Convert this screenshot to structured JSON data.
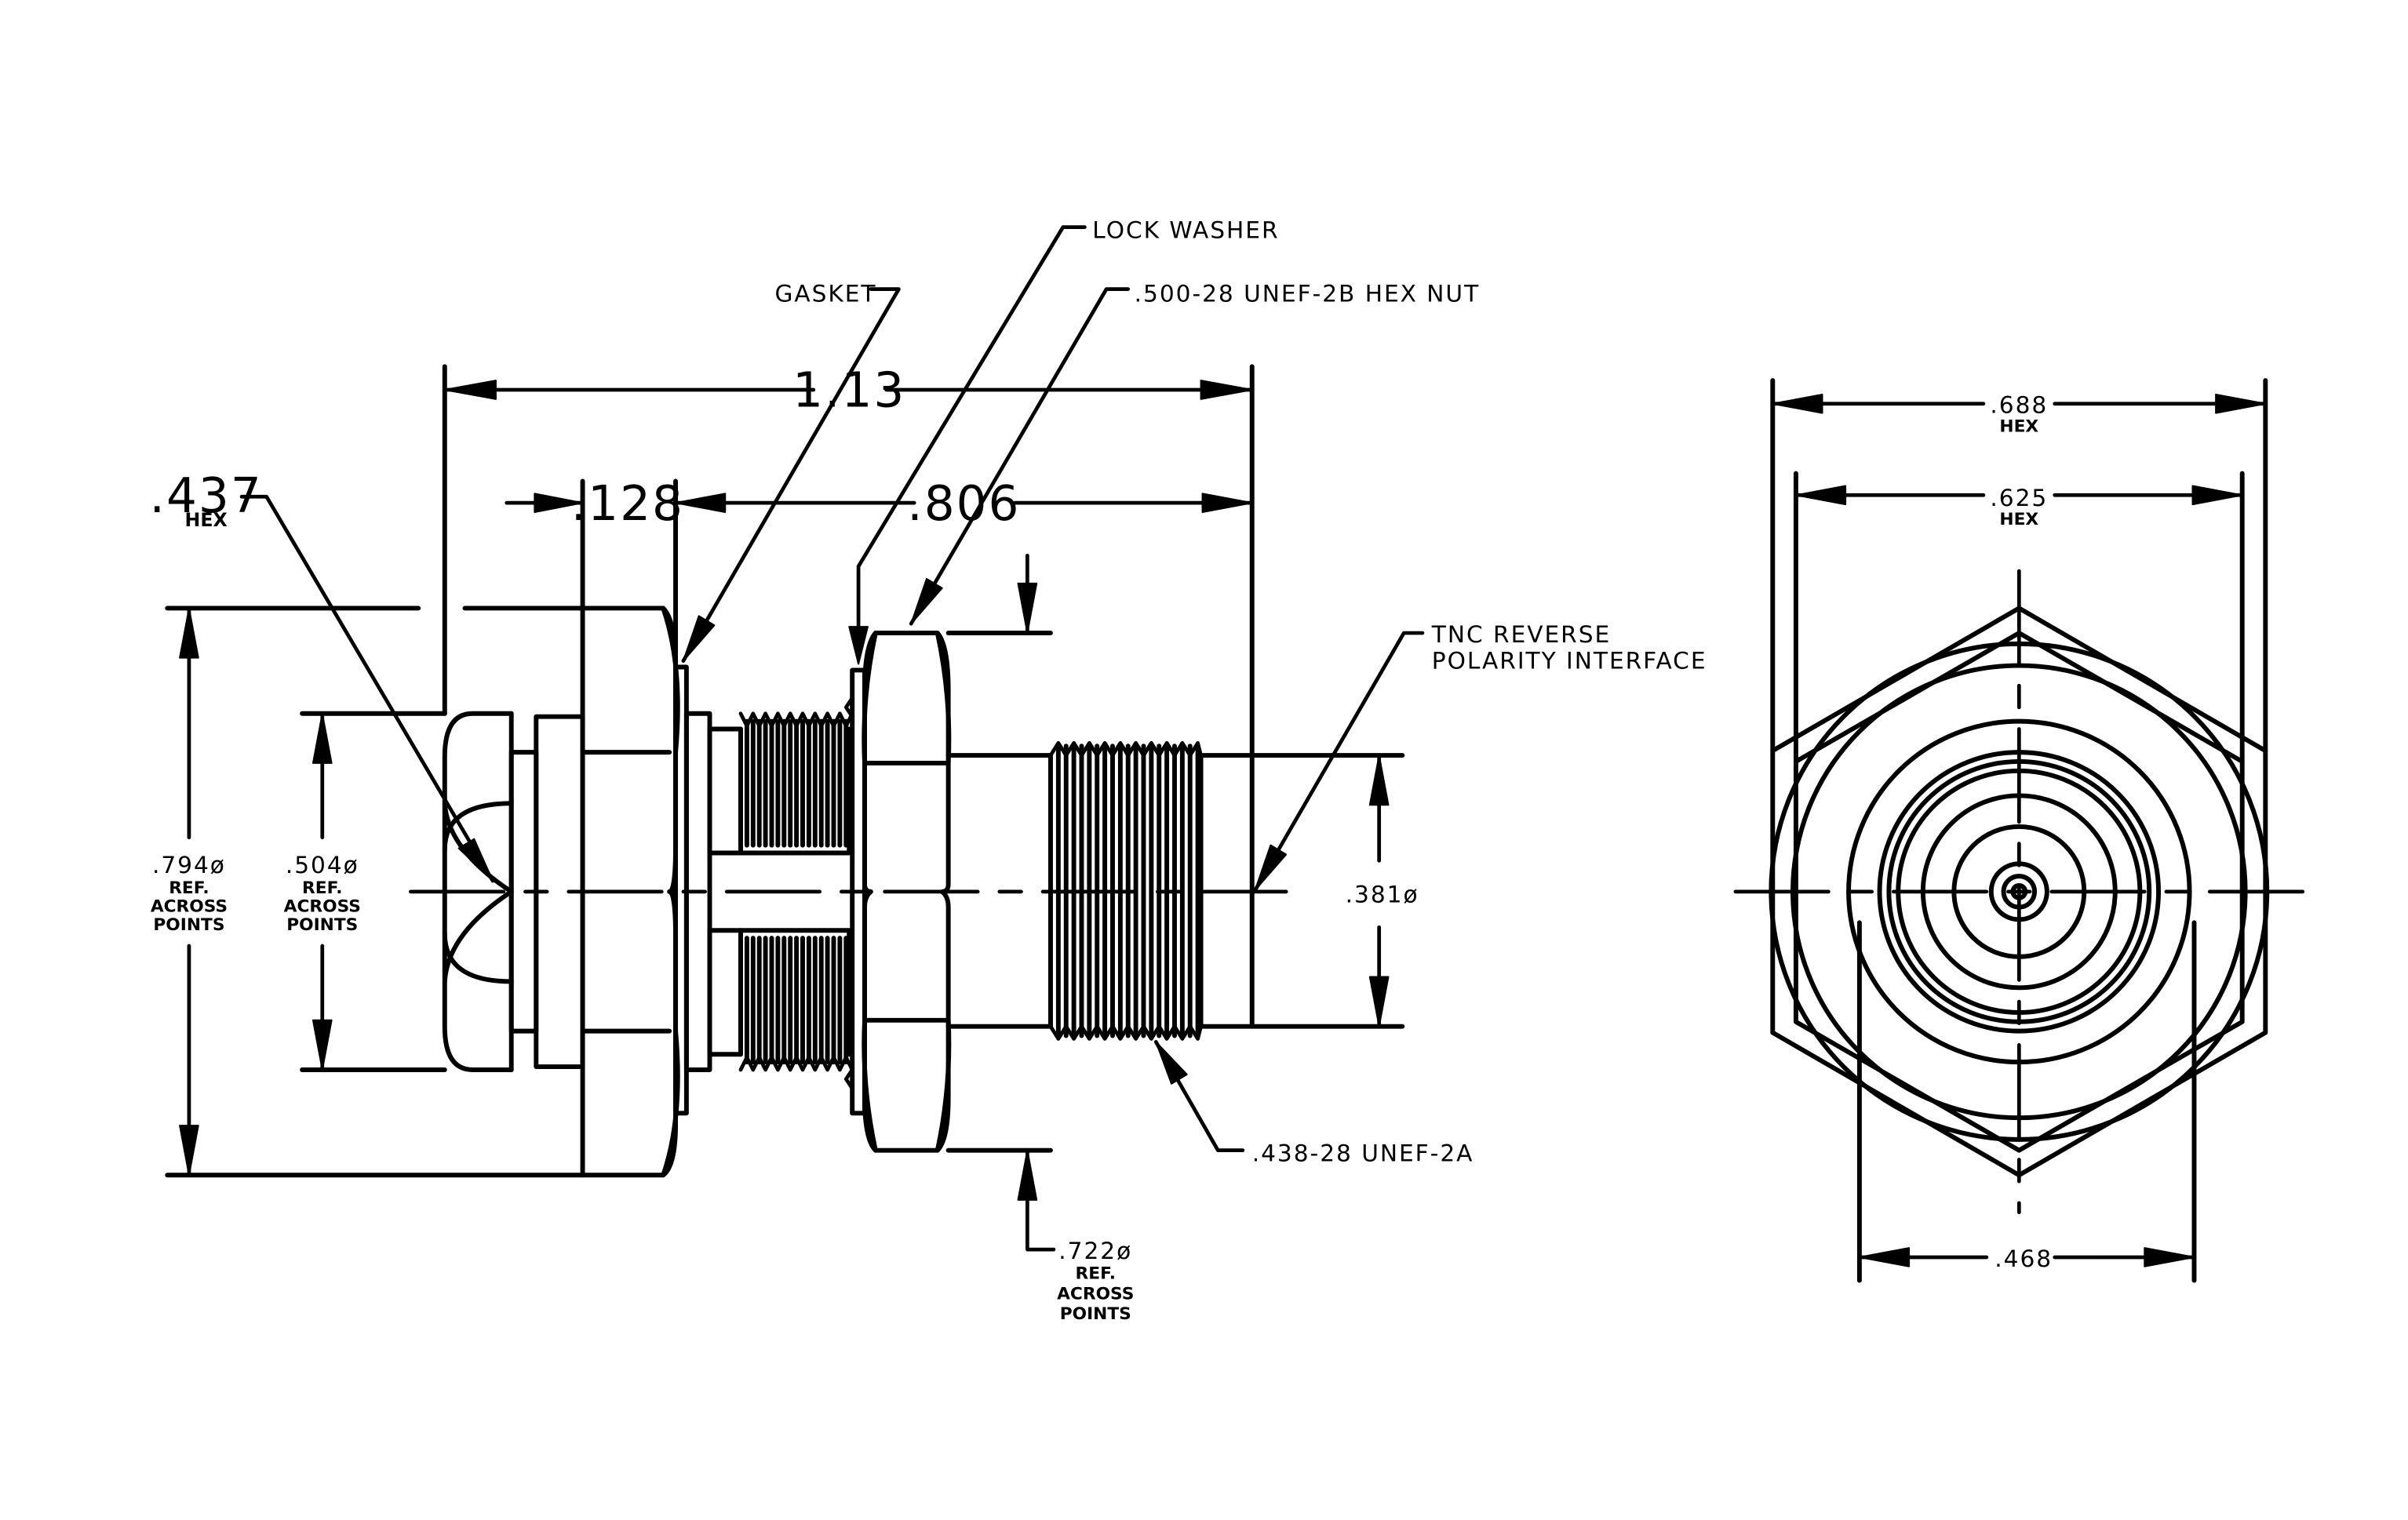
{
  "side_view": {
    "callouts": {
      "lock_washer": "LOCK WASHER",
      "gasket": "GASKET",
      "hex_nut": ".500-28 UNEF-2B HEX NUT",
      "tnc_line1": "TNC REVERSE",
      "tnc_line2": "POLARITY INTERFACE",
      "thread": ".438-28 UNEF-2A"
    },
    "dimensions": {
      "overall_length": "1.13",
      "flange": ".128",
      "body_length": ".806",
      "hex_small": ".437",
      "hex_small_sub": "HEX",
      "dia_794": ".794ø",
      "dia_504": ".504ø",
      "dia_381": ".381ø",
      "dia_722": ".722ø",
      "ref": "REF.",
      "across": "ACROSS",
      "points": "POINTS"
    }
  },
  "end_view": {
    "dimensions": {
      "hex_688": ".688",
      "hex_625": ".625",
      "hex_sub": "HEX",
      "width_468": ".468"
    }
  }
}
